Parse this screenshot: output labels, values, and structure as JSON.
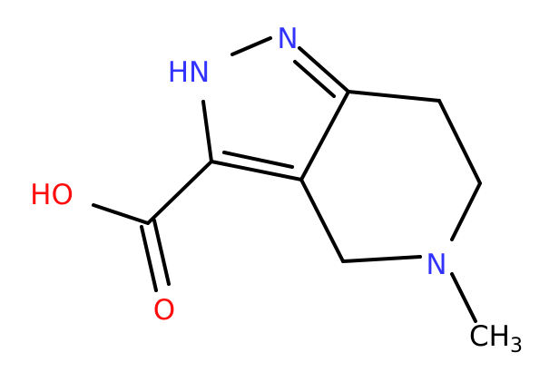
{
  "molecule": {
    "colors": {
      "bond": "#000000",
      "nitrogen": "#3333ff",
      "oxygen": "#ff0d0d",
      "carbon": "#000000"
    },
    "labels": {
      "n_ring": "N",
      "nh_ring": "HN",
      "n_amine": "N",
      "hydroxyl": "HO",
      "carbonyl_o": "O",
      "methyl_c": "CH",
      "methyl_sub": "3"
    }
  }
}
